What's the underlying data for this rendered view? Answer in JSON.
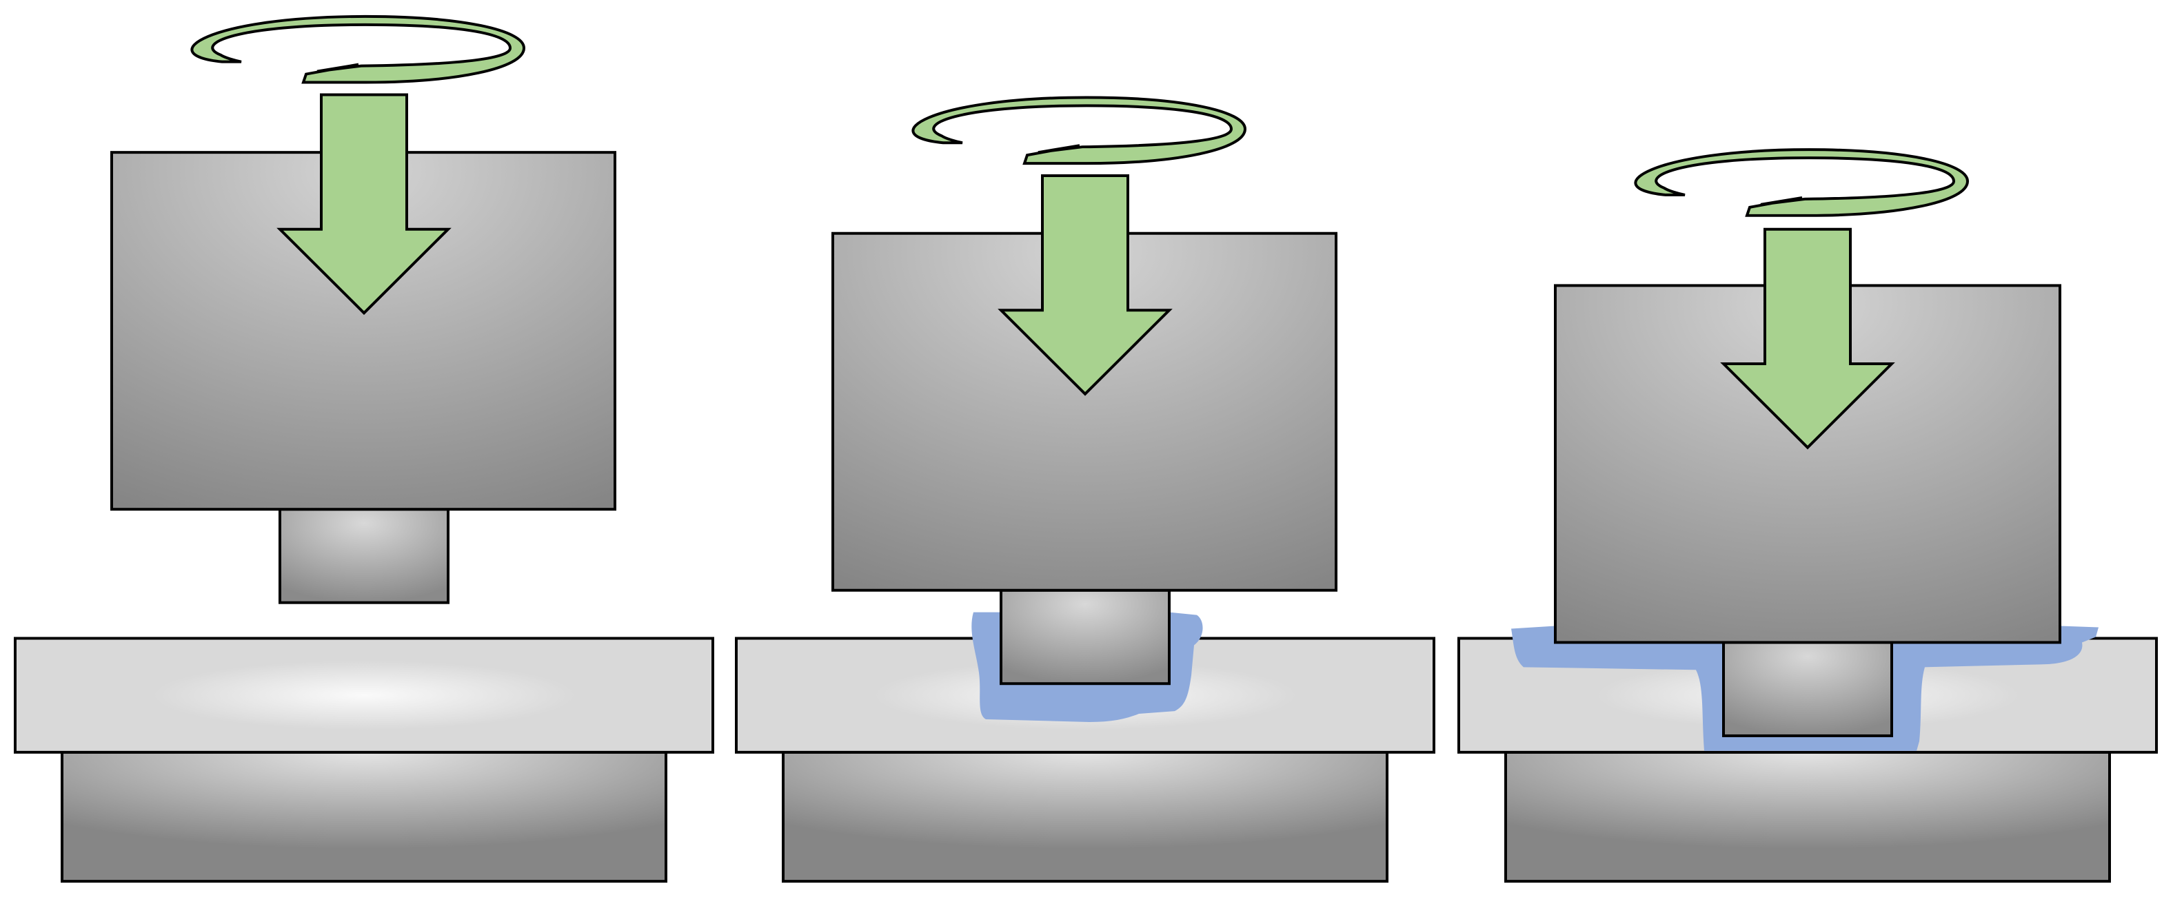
{
  "diagram": {
    "stages": [
      {
        "id": "stage-1",
        "plasticized": false
      },
      {
        "id": "stage-2",
        "plasticized": true
      },
      {
        "id": "stage-3",
        "plasticized": true
      }
    ],
    "colors": {
      "background": "#ffffff",
      "arrow_fill": "#a8d28f",
      "outline": "#000000",
      "plasticized_material": "#8eaadc",
      "metal_light": "#d4d4d4",
      "metal_dark": "#8a8a8a",
      "plate_light": "#fafafa",
      "plate_base": "#d9d9d9"
    }
  }
}
